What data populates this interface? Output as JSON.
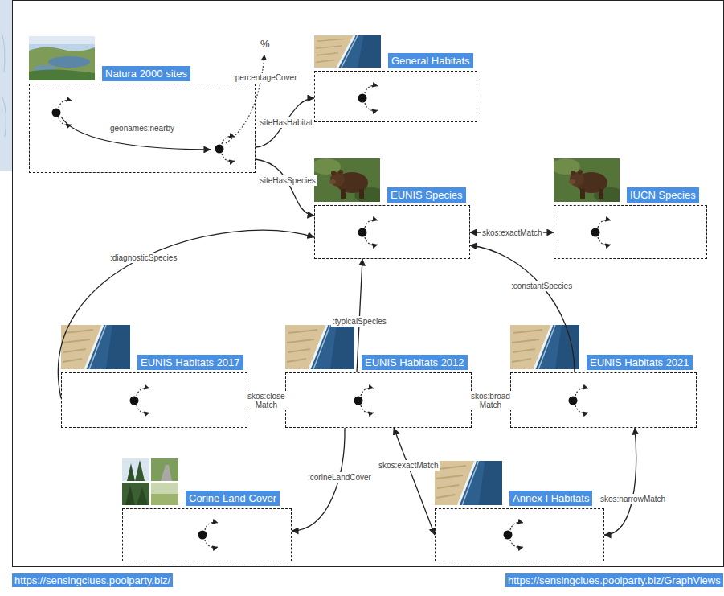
{
  "diagram": {
    "nodes": [
      {
        "text": [
          "Natura 2000 sites"
        ]
      },
      {
        "text": [
          "General Habitats"
        ]
      },
      {
        "text": [
          "EUNIS Species"
        ]
      },
      {
        "text": [
          "IUCN Species"
        ]
      },
      {
        "text": [
          "EUNIS Habitats 2017"
        ]
      },
      {
        "text": [
          "EUNIS Habitats 2012"
        ]
      },
      {
        "text": [
          "EUNIS Habitats 2021"
        ]
      },
      {
        "text": [
          "Corine Land Cover"
        ]
      },
      {
        "text": [
          "Annex I Habitats"
        ]
      }
    ],
    "edges": [
      {
        "from": 0,
        "to": 1,
        "arrow": "to",
        "label": ":siteHasHabitat"
      },
      {
        "from": 0,
        "to": 2,
        "arrow": "to",
        "label": ":siteHasSpecies"
      },
      {
        "from": 2,
        "to": 3,
        "arrow": "both",
        "label": "skos:exactMatch"
      },
      {
        "from": 4,
        "to": 2,
        "arrow": "to",
        "label": ":diagnosticSpecies"
      },
      {
        "from": 5,
        "to": 2,
        "arrow": "to",
        "label": ":typicalSpecies"
      },
      {
        "from": 6,
        "to": 2,
        "arrow": "to",
        "label": ":constantSpecies"
      },
      {
        "from": 4,
        "to": 5,
        "arrow": "both",
        "label": "skos:close Match"
      },
      {
        "from": 5,
        "to": 6,
        "arrow": "both",
        "label": "skos:broad Match"
      },
      {
        "from": 5,
        "to": 7,
        "arrow": "to",
        "label": ":corineLandCover"
      },
      {
        "from": 5,
        "to": 8,
        "arrow": "both",
        "label": "skos:exactMatch"
      },
      {
        "from": 6,
        "to": 8,
        "arrow": "both",
        "label": "skos:narrowMatch"
      }
    ],
    "labels": [
      "geonames:nearby",
      ":percentageCover",
      "%",
      "https://sensingclues.poolparty.biz/",
      "https://sensingclues.poolparty.biz/GraphViews"
    ]
  }
}
